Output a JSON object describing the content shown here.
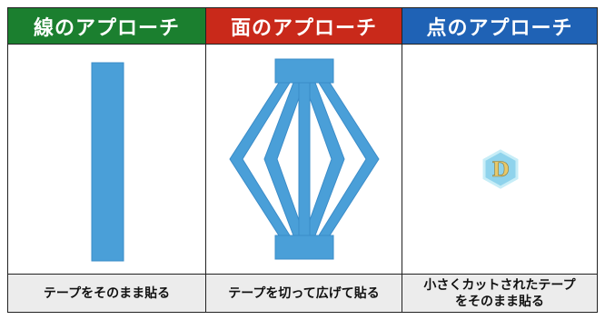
{
  "panels": [
    {
      "title": "線のアプローチ",
      "color": "#1b7f2f",
      "caption": "テープをそのまま貼る"
    },
    {
      "title": "面のアプローチ",
      "color": "#c9291a",
      "caption": "テープを切って広げて貼る"
    },
    {
      "title": "点のアプローチ",
      "color": "#1f62b5",
      "caption_line1": "小さくカットされたテープ",
      "caption_line2": "をそのまま貼る"
    }
  ],
  "colors": {
    "tape": "#4a9fd8",
    "tape_dark": "#3b8cc8",
    "hex": "#7ecbe6",
    "badge": "#e7c86a"
  }
}
